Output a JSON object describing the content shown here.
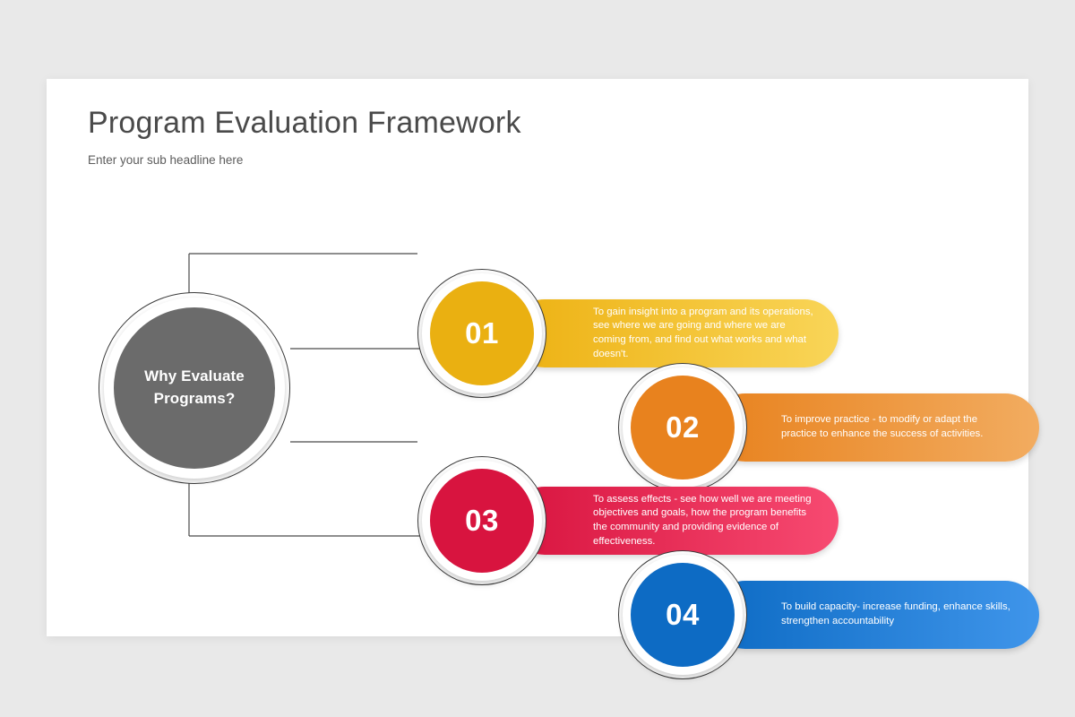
{
  "slide": {
    "title": "Program Evaluation Framework",
    "subtitle": "Enter your sub headline here",
    "background_color": "#e9e9e9",
    "card_color": "#ffffff"
  },
  "hub": {
    "label": "Why Evaluate Programs?",
    "label_line1": "Why Evaluate",
    "label_line2": "Programs?",
    "fill_color": "#6b6b6b",
    "text_color": "#ffffff"
  },
  "steps": [
    {
      "number": "01",
      "text": "To gain insight into a program and its operations, see where we are going and where we are coming from, and find out what works and what doesn't.",
      "circle_color": "#eab011",
      "bar_gradient_from": "#edb112",
      "bar_gradient_to": "#f9d558",
      "text_color": "#ffffff"
    },
    {
      "number": "02",
      "text": "To improve practice - to modify or adapt the practice to enhance the success of activities.",
      "circle_color": "#e8821e",
      "bar_gradient_from": "#e8821e",
      "bar_gradient_to": "#f2ac60",
      "text_color": "#ffffff"
    },
    {
      "number": "03",
      "text": "To assess effects - see how well we are meeting objectives and goals, how the program benefits the community and providing evidence of effectiveness.",
      "circle_color": "#d8143f",
      "bar_gradient_from": "#d8143f",
      "bar_gradient_to": "#f74a71",
      "text_color": "#ffffff"
    },
    {
      "number": "04",
      "text": "To build capacity- increase funding, enhance skills, strengthen accountability",
      "circle_color": "#0d6bc4",
      "bar_gradient_from": "#0d6bc4",
      "bar_gradient_to": "#3f95ea",
      "text_color": "#ffffff"
    }
  ],
  "connectors": {
    "line_color": "#4a4a4a",
    "line_width": 1.2
  }
}
